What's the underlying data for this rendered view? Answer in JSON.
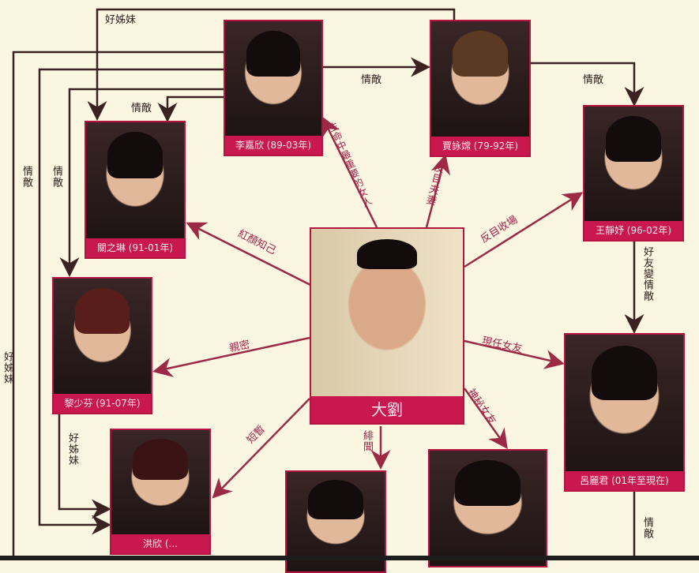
{
  "center": {
    "name": "大劉"
  },
  "people": [
    {
      "id": "li",
      "label": "李嘉欣 (89-03年)"
    },
    {
      "id": "jia",
      "label": "賈詠嫦 (79-92年)"
    },
    {
      "id": "wang",
      "label": "王靜妤 (96-02年)"
    },
    {
      "id": "guan",
      "label": "關之琳 (91-01年)"
    },
    {
      "id": "li2",
      "label": "黎少芬 (91-07年)"
    },
    {
      "id": "lv",
      "label": "呂麗君 (01年至現在)"
    },
    {
      "id": "hong",
      "label": "洪欣 (..."
    },
    {
      "id": "bottom_mid",
      "label": ""
    },
    {
      "id": "bottom_right",
      "label": ""
    }
  ],
  "relations": {
    "li": "生命中最重要的女人",
    "jia": "反目夫妻",
    "wang": "反目收場",
    "lv": "現任女友",
    "guan": "紅顏知己",
    "li2": "親密",
    "hong": "短暫",
    "bottom_mid": "緋聞",
    "bottom_right": "神秘女友",
    "rival": "情敵",
    "good_sisters": "好姊妹",
    "friend_to_rival": "好友變情敵"
  },
  "colors": {
    "accent": "#c8184f",
    "arrow_red": "#9c2a45",
    "line_dark": "#3a2220",
    "background": "#fbf6e2"
  }
}
